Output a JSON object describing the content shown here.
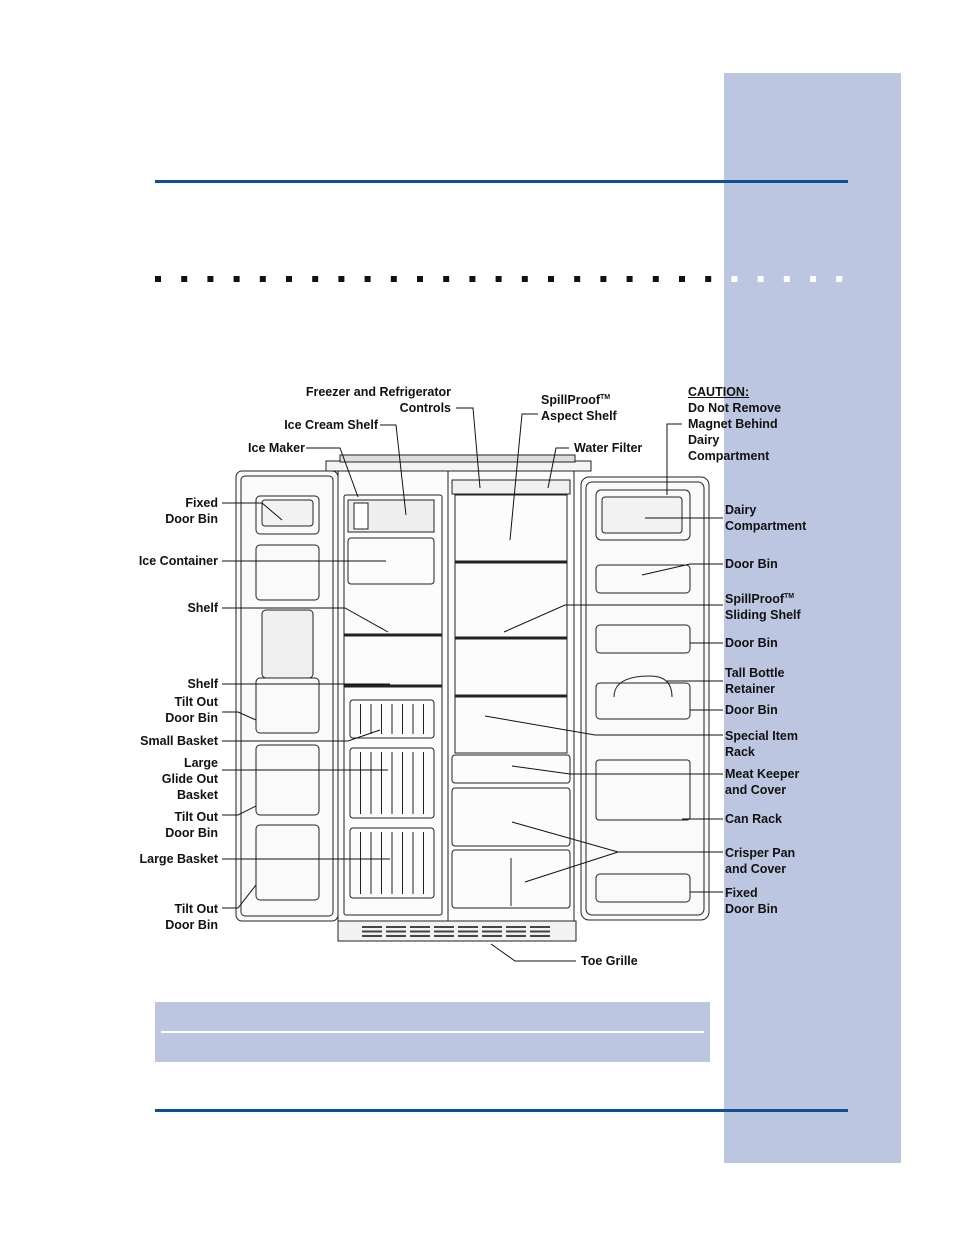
{
  "labels_left": {
    "fixed_door_bin": [
      "Fixed",
      "Door Bin"
    ],
    "ice_container": "Ice Container",
    "shelf_1": "Shelf",
    "shelf_2": "Shelf",
    "tilt_out_1": [
      "Tilt Out",
      "Door Bin"
    ],
    "small_basket": "Small Basket",
    "large_glide": [
      "Large",
      "Glide Out",
      "Basket"
    ],
    "tilt_out_2": [
      "Tilt Out",
      "Door Bin"
    ],
    "large_basket": "Large Basket",
    "tilt_out_3": [
      "Tilt Out",
      "Door Bin"
    ]
  },
  "labels_top": {
    "controls": [
      "Freezer and Refrigerator",
      "Controls"
    ],
    "ice_cream_shelf": "Ice Cream Shelf",
    "ice_maker": "Ice Maker",
    "spillproof_aspect": [
      "SpillProof",
      "Aspect Shelf"
    ],
    "tm": "TM",
    "water_filter": "Water Filter"
  },
  "labels_right": {
    "caution_head": "CAUTION:",
    "caution_body": [
      "Do Not Remove",
      "Magnet Behind",
      "Dairy",
      "Compartment"
    ],
    "dairy": [
      "Dairy",
      "Compartment"
    ],
    "door_bin_1": "Door Bin",
    "spillproof_sliding": [
      "SpillProof",
      "Sliding Shelf"
    ],
    "door_bin_2": "Door Bin",
    "tall_bottle": [
      "Tall Bottle",
      "Retainer"
    ],
    "door_bin_3": "Door Bin",
    "special_item": [
      "Special Item",
      "Rack"
    ],
    "meat_keeper": [
      "Meat Keeper",
      "and Cover"
    ],
    "can_rack": "Can Rack",
    "crisper": [
      "Crisper Pan",
      "and Cover"
    ],
    "fixed_door_bin": [
      "Fixed",
      "Door Bin"
    ]
  },
  "labels_bottom": {
    "toe_grille": "Toe Grille"
  },
  "colors": {
    "accent_blue": "#0a4f98",
    "tab_blue": "#bcc6e0"
  }
}
